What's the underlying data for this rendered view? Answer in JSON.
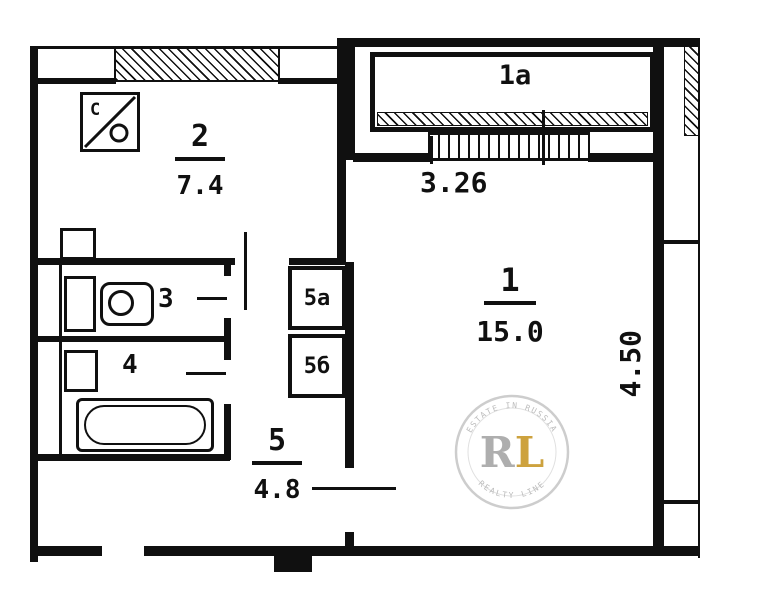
{
  "plan": {
    "room1": {
      "number": "1",
      "area": "15.0"
    },
    "room1a": {
      "number": "1а"
    },
    "room2": {
      "number": "2",
      "area": "7.4"
    },
    "room3": {
      "number": "3"
    },
    "room4": {
      "number": "4"
    },
    "room5": {
      "number": "5",
      "area": "4.8"
    },
    "room5a": {
      "number": "5а"
    },
    "room5b": {
      "number": "5б"
    },
    "dim_top": "3.26",
    "dim_right": "4.50",
    "stove_label": "С"
  },
  "watermark": {
    "letter_r": "R",
    "letter_l": "L",
    "arc_top": "ESTATE IN RUSSIA",
    "arc_bottom": "REALTY LINE",
    "gold": "#c99b2e",
    "gray": "#a8a8a8",
    "arc_color": "#b7b7b7",
    "ring_color": "#c9c9c9"
  }
}
